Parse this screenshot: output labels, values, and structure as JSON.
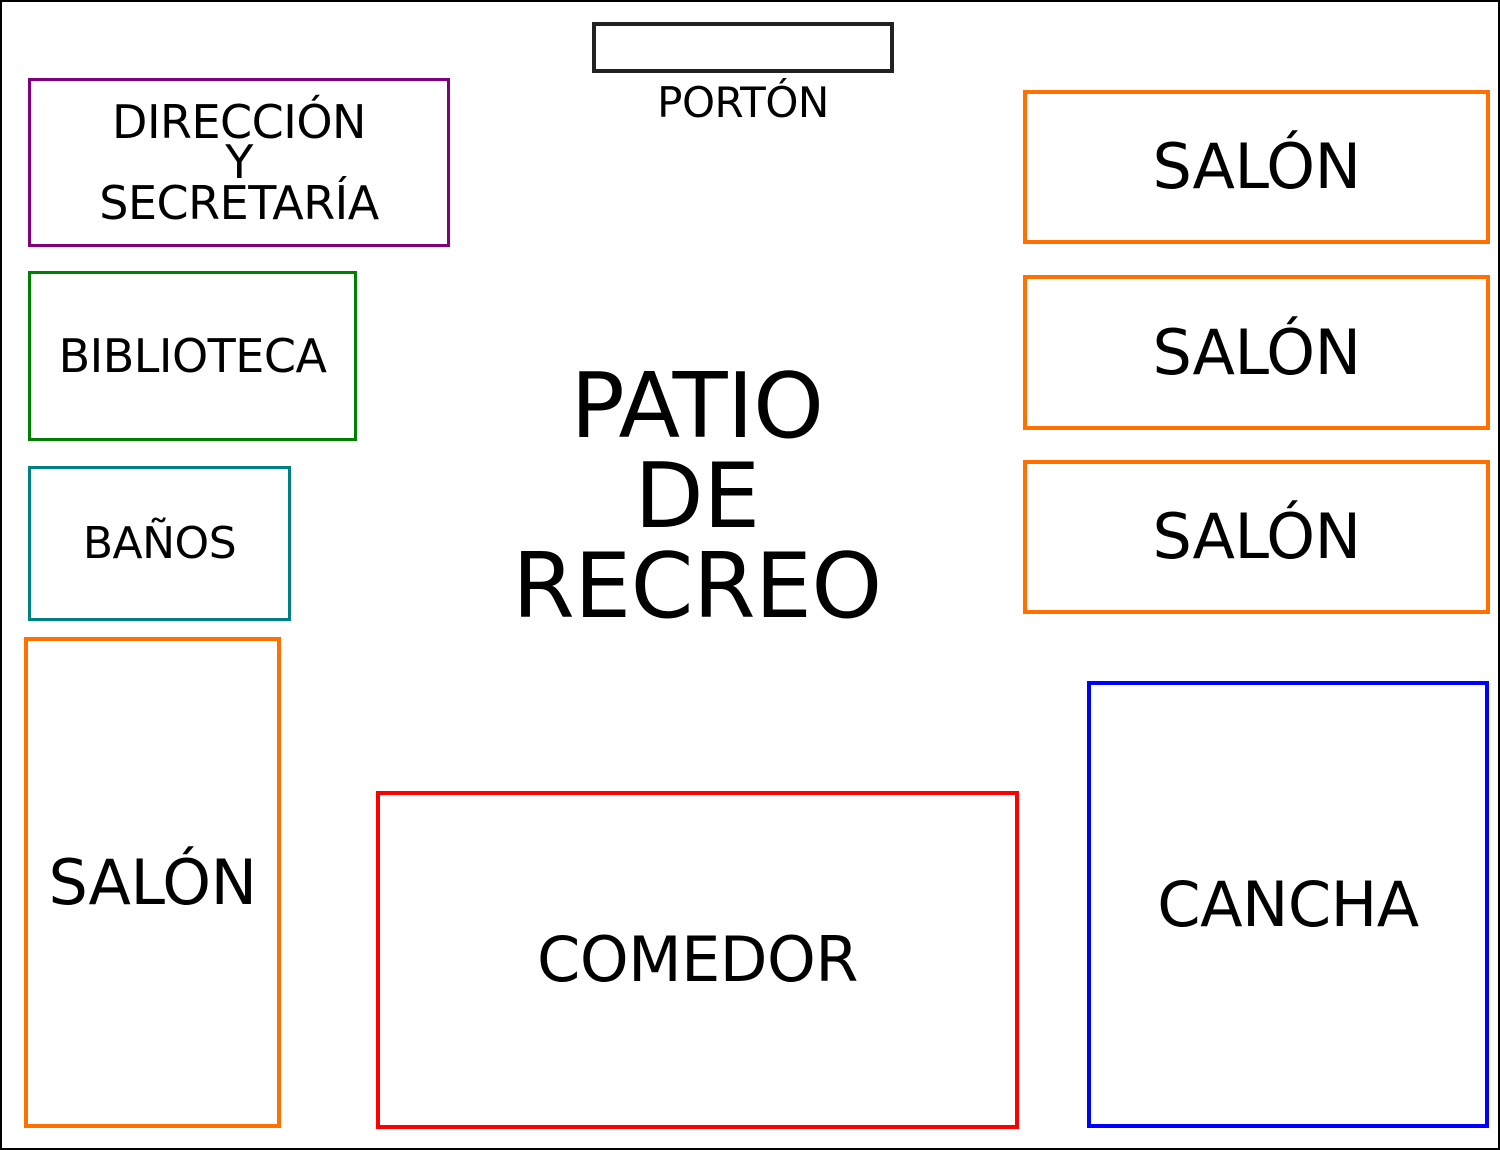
{
  "gate": {
    "label": "PORTÓN",
    "color": "#222222"
  },
  "patio": {
    "lines": [
      "PATIO",
      "DE",
      "RECREO"
    ]
  },
  "rooms": {
    "office": {
      "lines": [
        "DIRECCIÓN",
        "Y",
        "SECRETARÍA"
      ],
      "color": "#800080"
    },
    "library": {
      "label": "BIBLIOTECA",
      "color": "#008000"
    },
    "bathrooms": {
      "label": "BAÑOS",
      "color": "#008080"
    },
    "classroom_left": {
      "label": "SALÓN",
      "color": "#FF7000"
    },
    "classroom_right_1": {
      "label": "SALÓN",
      "color": "#FF7000"
    },
    "classroom_right_2": {
      "label": "SALÓN",
      "color": "#FF7000"
    },
    "classroom_right_3": {
      "label": "SALÓN",
      "color": "#FF7000"
    },
    "dining": {
      "label": "COMEDOR",
      "color": "#FF0000"
    },
    "court": {
      "label": "CANCHA",
      "color": "#0000FF"
    }
  }
}
